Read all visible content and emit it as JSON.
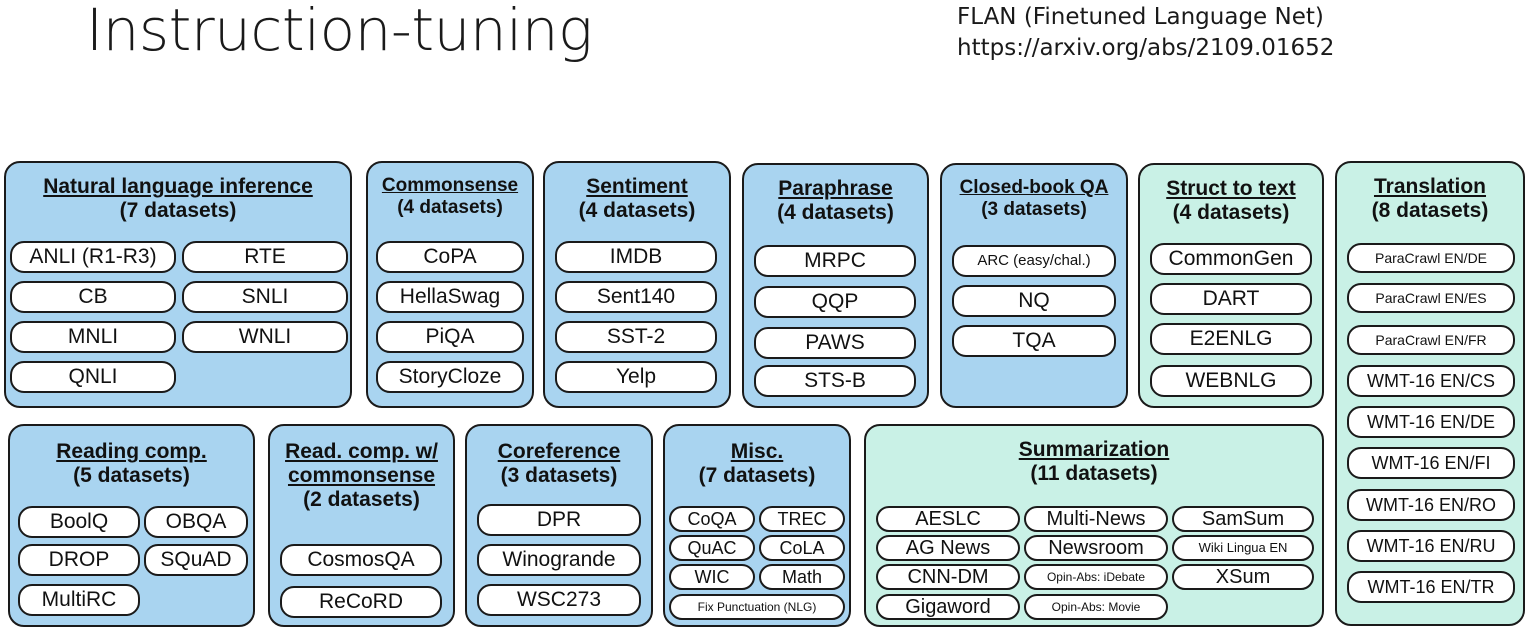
{
  "title": "Instruction-tuning",
  "reference": {
    "line1": "FLAN (Finetuned Language Net)",
    "line2": "https://arxiv.org/abs/2109.01652"
  },
  "groups": {
    "nli": {
      "name": "Natural language inference",
      "count": "(7 datasets)",
      "items": [
        "ANLI (R1-R3)",
        "RTE",
        "CB",
        "SNLI",
        "MNLI",
        "WNLI",
        "QNLI"
      ]
    },
    "commonsense": {
      "name": "Commonsense",
      "count": "(4 datasets)",
      "items": [
        "CoPA",
        "HellaSwag",
        "PiQA",
        "StoryCloze"
      ]
    },
    "sentiment": {
      "name": "Sentiment",
      "count": "(4 datasets)",
      "items": [
        "IMDB",
        "Sent140",
        "SST-2",
        "Yelp"
      ]
    },
    "paraphrase": {
      "name": "Paraphrase",
      "count": "(4 datasets)",
      "items": [
        "MRPC",
        "QQP",
        "PAWS",
        "STS-B"
      ]
    },
    "closedqa": {
      "name": "Closed-book QA",
      "count": "(3 datasets)",
      "items": [
        "ARC (easy/chal.)",
        "NQ",
        "TQA"
      ]
    },
    "struct": {
      "name": "Struct to text",
      "count": "(4 datasets)",
      "items": [
        "CommonGen",
        "DART",
        "E2ENLG",
        "WEBNLG"
      ]
    },
    "translation": {
      "name": "Translation",
      "count": "(8 datasets)",
      "items": [
        "ParaCrawl EN/DE",
        "ParaCrawl EN/ES",
        "ParaCrawl EN/FR",
        "WMT-16 EN/CS",
        "WMT-16 EN/DE",
        "WMT-16 EN/FI",
        "WMT-16 EN/RO",
        "WMT-16 EN/RU",
        "WMT-16 EN/TR"
      ]
    },
    "reading": {
      "name": "Reading comp.",
      "count": "(5 datasets)",
      "items": [
        "BoolQ",
        "OBQA",
        "DROP",
        "SQuAD",
        "MultiRC"
      ]
    },
    "readcs": {
      "name1": "Read. comp. w/",
      "name2": "commonsense",
      "count": "(2 datasets)",
      "items": [
        "CosmosQA",
        "ReCoRD"
      ]
    },
    "coref": {
      "name": "Coreference",
      "count": "(3 datasets)",
      "items": [
        "DPR",
        "Winogrande",
        "WSC273"
      ]
    },
    "misc": {
      "name": "Misc.",
      "count": "(7 datasets)",
      "items": [
        "CoQA",
        "TREC",
        "QuAC",
        "CoLA",
        "WIC",
        "Math",
        "Fix Punctuation (NLG)"
      ]
    },
    "summ": {
      "name": "Summarization",
      "count": "(11 datasets)",
      "items": [
        "AESLC",
        "Multi-News",
        "SamSum",
        "AG News",
        "Newsroom",
        "Wiki Lingua EN",
        "CNN-DM",
        "Opin-Abs: iDebate",
        "XSum",
        "Gigaword",
        "Opin-Abs: Movie"
      ]
    }
  },
  "colors": {
    "task_box_blue": "#a9d4f0",
    "task_box_green": "#c9f1e6",
    "pill": "#ffffff"
  }
}
